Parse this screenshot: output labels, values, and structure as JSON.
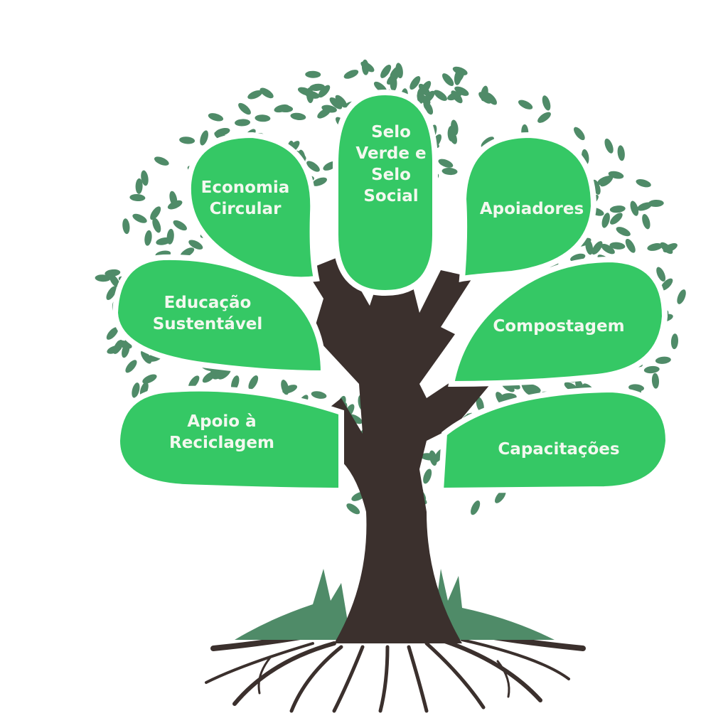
{
  "colors": {
    "blob": "#35c865",
    "leaf": "#4f8b68",
    "trunk": "#3b302d",
    "text": "#f3f8ef"
  },
  "branches": [
    {
      "id": "economia-circular",
      "lines": [
        "Economia",
        "Circular"
      ]
    },
    {
      "id": "selo-verde-selo-social",
      "lines": [
        "Selo",
        "Verde e",
        "Selo",
        "Social"
      ]
    },
    {
      "id": "apoiadores",
      "lines": [
        "Apoiadores"
      ]
    },
    {
      "id": "educacao-sustentavel",
      "lines": [
        "Educação",
        "Sustentável"
      ]
    },
    {
      "id": "compostagem",
      "lines": [
        "Compostagem"
      ]
    },
    {
      "id": "apoio-reciclagem",
      "lines": [
        "Apoio à",
        "Reciclagem"
      ]
    },
    {
      "id": "capacitacoes",
      "lines": [
        "Capacitações"
      ]
    }
  ]
}
